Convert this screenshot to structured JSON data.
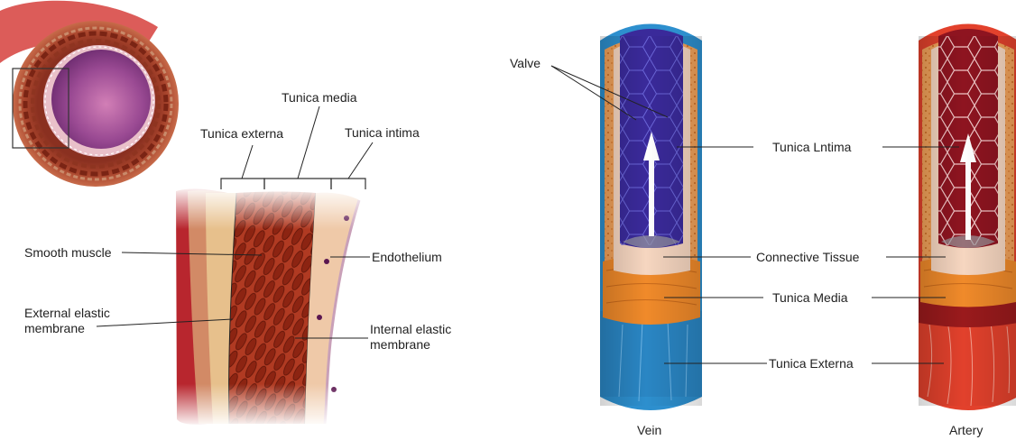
{
  "left_panel": {
    "brackets": {
      "externa": "Tunica externa",
      "media": "Tunica media",
      "intima": "Tunica intima"
    },
    "labels": {
      "smooth_muscle": "Smooth muscle",
      "external_elastic_1": "External elastic",
      "external_elastic_2": "membrane",
      "endothelium": "Endothelium",
      "internal_elastic_1": "Internal elastic",
      "internal_elastic_2": "membrane"
    }
  },
  "right_panel": {
    "labels": {
      "valve": "Valve",
      "tunica_intima": "Tunica Lntima",
      "connective_tissue": "Connective Tissue",
      "tunica_media": "Tunica Media",
      "tunica_externa": "Tunica Externa"
    },
    "captions": {
      "vein": "Vein",
      "artery": "Artery"
    }
  },
  "colors": {
    "vein_outer": "#2d8fce",
    "vein_lumen": "#3a2a9a",
    "artery_outer": "#e2412c",
    "artery_lumen": "#8e1420",
    "media_orange": "#f08a2a",
    "intima_peach": "#f6d6c0",
    "muscle_red": "#a8321f"
  }
}
